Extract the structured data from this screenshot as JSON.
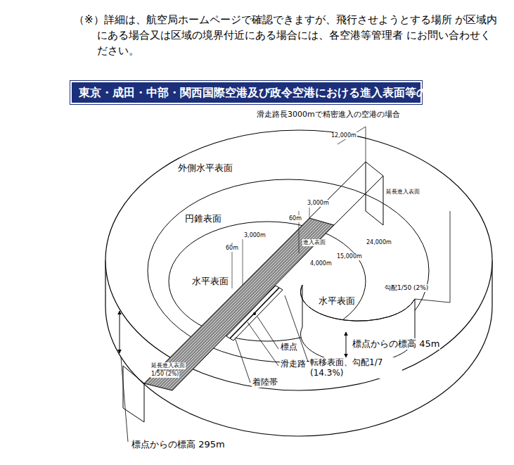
{
  "diagram": {
    "title": "東京・成田・中部・関西国際空港及び政令空港における進入表面等の例",
    "labels": [
      "（※）詳細は、航空局ホームページで確認できますが、飛行させようとする場所 が区域内にある場合又は区域の境界付近にある場合には、各空港等管理者 にお問い合わせください。",
      "滑走路長3000mで精密進入の空港の場合",
      "外側水平表面",
      "円錐表面",
      "水平表面",
      "水平表面",
      "標点からの標高 45m",
      "標点",
      "滑走路",
      "着陸帯",
      "転移表面、勾配1/7 (14.3%)",
      "標点からの標高 295m",
      "勾配1/50 (2%)",
      "12,000m",
      "3,000m",
      "60m",
      "3,000m",
      "60m",
      "4,000m",
      "15,000m",
      "24,000m",
      "延長進入表面",
      "進入表面",
      "延長進入表面",
      "1/50 (2%)"
    ]
  }
}
